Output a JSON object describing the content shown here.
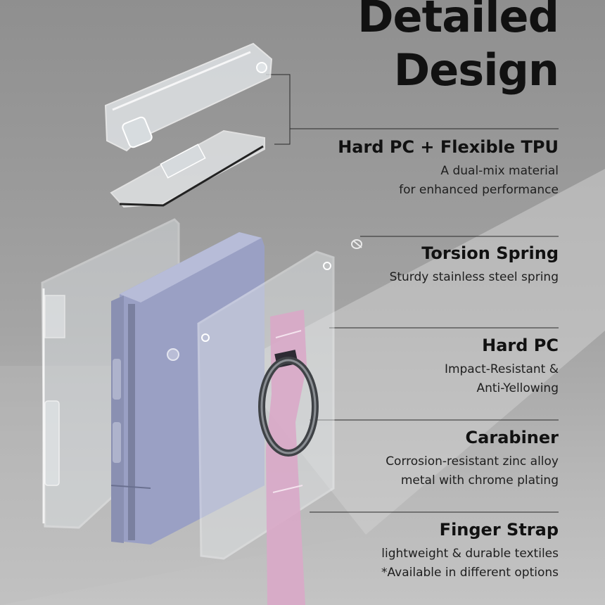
{
  "title": {
    "line1": "Detailed",
    "line2": "Design"
  },
  "features": [
    {
      "heading": "Hard PC + Flexible TPU",
      "lines": [
        "A dual-mix material",
        "for enhanced performance"
      ]
    },
    {
      "heading": "Torsion Spring",
      "lines": [
        "Sturdy stainless steel spring"
      ]
    },
    {
      "heading": "Hard PC",
      "lines": [
        "Impact-Resistant &",
        "Anti-Yellowing"
      ]
    },
    {
      "heading": "Carabiner",
      "lines": [
        "Corrosion-resistant zinc alloy",
        "metal with chrome plating"
      ]
    },
    {
      "heading": "Finger Strap",
      "lines": [
        "lightweight & durable textiles",
        "*Available in different options"
      ]
    }
  ],
  "colors": {
    "phone": "#9aa0c4",
    "strap": "#d9a9c8",
    "text": "#111111"
  }
}
